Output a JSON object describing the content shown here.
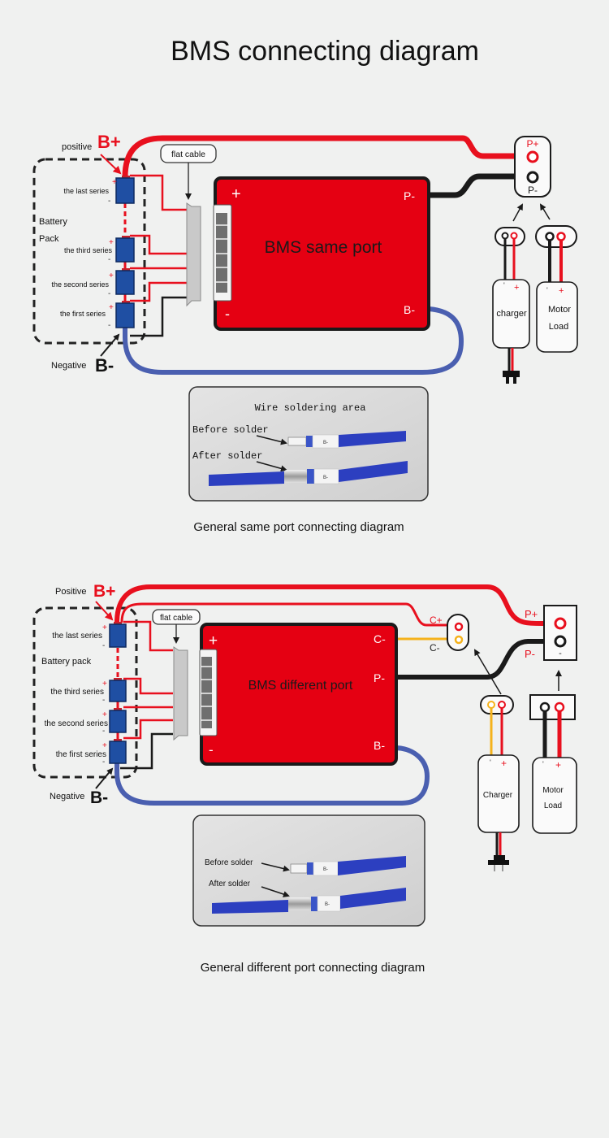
{
  "title": "BMS connecting diagram",
  "colors": {
    "background": "#f0f1f0",
    "wire_red": "#e8101e",
    "wire_black": "#1a1a1a",
    "wire_blue": "#4a5fb0",
    "wire_yellow": "#f5b21c",
    "board_red": "#e50012",
    "cell_blue": "#1f4fa3",
    "photo_bg": "#d9d9d9"
  },
  "diagram_same_port": {
    "caption": "General same port connecting diagram",
    "labels": {
      "positive": "positive",
      "b_plus": "B+",
      "negative": "Negative",
      "b_minus": "B-",
      "battery_line1": "Battery",
      "battery_line2": "Pack",
      "flat_cable": "flat cable"
    },
    "cells": [
      {
        "label": "the last series",
        "plus": "+",
        "minus": "-"
      },
      {
        "label": "the third series",
        "plus": "+",
        "minus": "-"
      },
      {
        "label": "the second series",
        "plus": "+",
        "minus": "-"
      },
      {
        "label": "the first series",
        "plus": "+",
        "minus": "-"
      }
    ],
    "board": {
      "name": "BMS same port",
      "plus": "+",
      "minus": "-",
      "p_minus": "P-",
      "b_minus": "B-"
    },
    "port": {
      "p_plus": "P+",
      "p_minus": "P-"
    },
    "charger": {
      "label": "charger",
      "minus": "'",
      "plus": "+"
    },
    "load": {
      "line1": "Motor",
      "line2": "Load",
      "minus": "'",
      "plus": "+"
    },
    "photo": {
      "title": "Wire soldering area",
      "before": "Before solder",
      "after": "After solder",
      "tag": "B-"
    }
  },
  "diagram_different_port": {
    "caption": "General different port connecting diagram",
    "labels": {
      "positive": "Positive",
      "b_plus": "B+",
      "negative": "Negative",
      "b_minus": "B-",
      "battery": "Battery pack",
      "flat_cable": "flat cable"
    },
    "cells": [
      {
        "label": "the last series",
        "plus": "+",
        "minus": "-"
      },
      {
        "label": "the third series",
        "plus": "+",
        "minus": "-"
      },
      {
        "label": "the second series",
        "plus": "+",
        "minus": "-"
      },
      {
        "label": "the first series",
        "plus": "+",
        "minus": "-"
      }
    ],
    "board": {
      "name": "BMS different port",
      "plus": "+",
      "minus": "-",
      "c_minus": "C-",
      "p_minus": "P-",
      "b_minus": "B-"
    },
    "charge_port": {
      "c_plus": "C+",
      "c_minus": "C-"
    },
    "port": {
      "p_plus": "P+",
      "p_minus": "P-",
      "minus": "-"
    },
    "charger": {
      "label": "Charger",
      "minus": "'",
      "plus": "+"
    },
    "load": {
      "line1": "Motor",
      "line2": "Load",
      "minus": "'",
      "plus": "+"
    },
    "photo": {
      "before": "Before solder",
      "after": "After solder",
      "tag": "B-"
    }
  }
}
